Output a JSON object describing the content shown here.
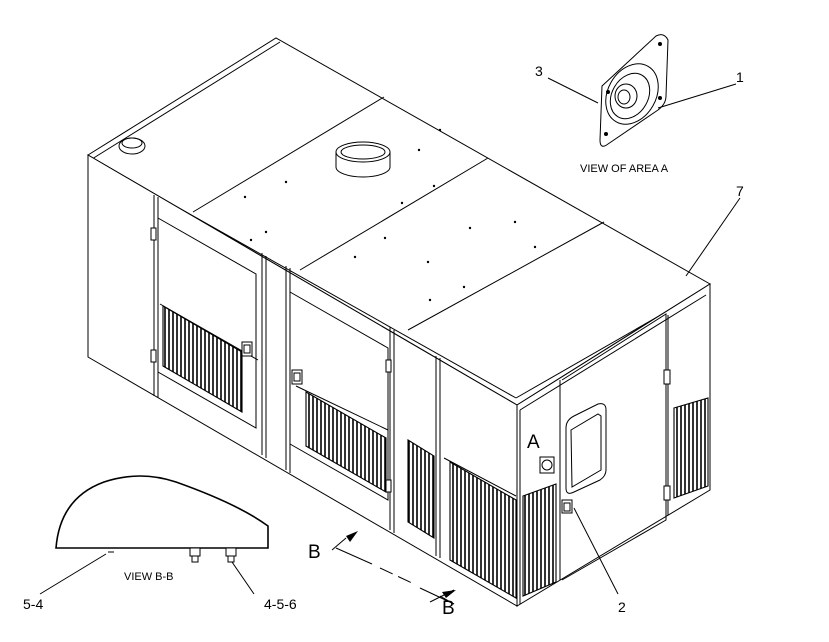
{
  "title": "",
  "callouts": {
    "c1": "1",
    "c2": "2",
    "c3": "3",
    "c7": "7",
    "c54": "5-4",
    "c456": "4-5-6"
  },
  "labels": {
    "view_area_a": "VIEW OF AREA A",
    "view_b_b": "VIEW B-B",
    "area_a": "A",
    "section_b_left": "B",
    "section_b_right": "B"
  }
}
